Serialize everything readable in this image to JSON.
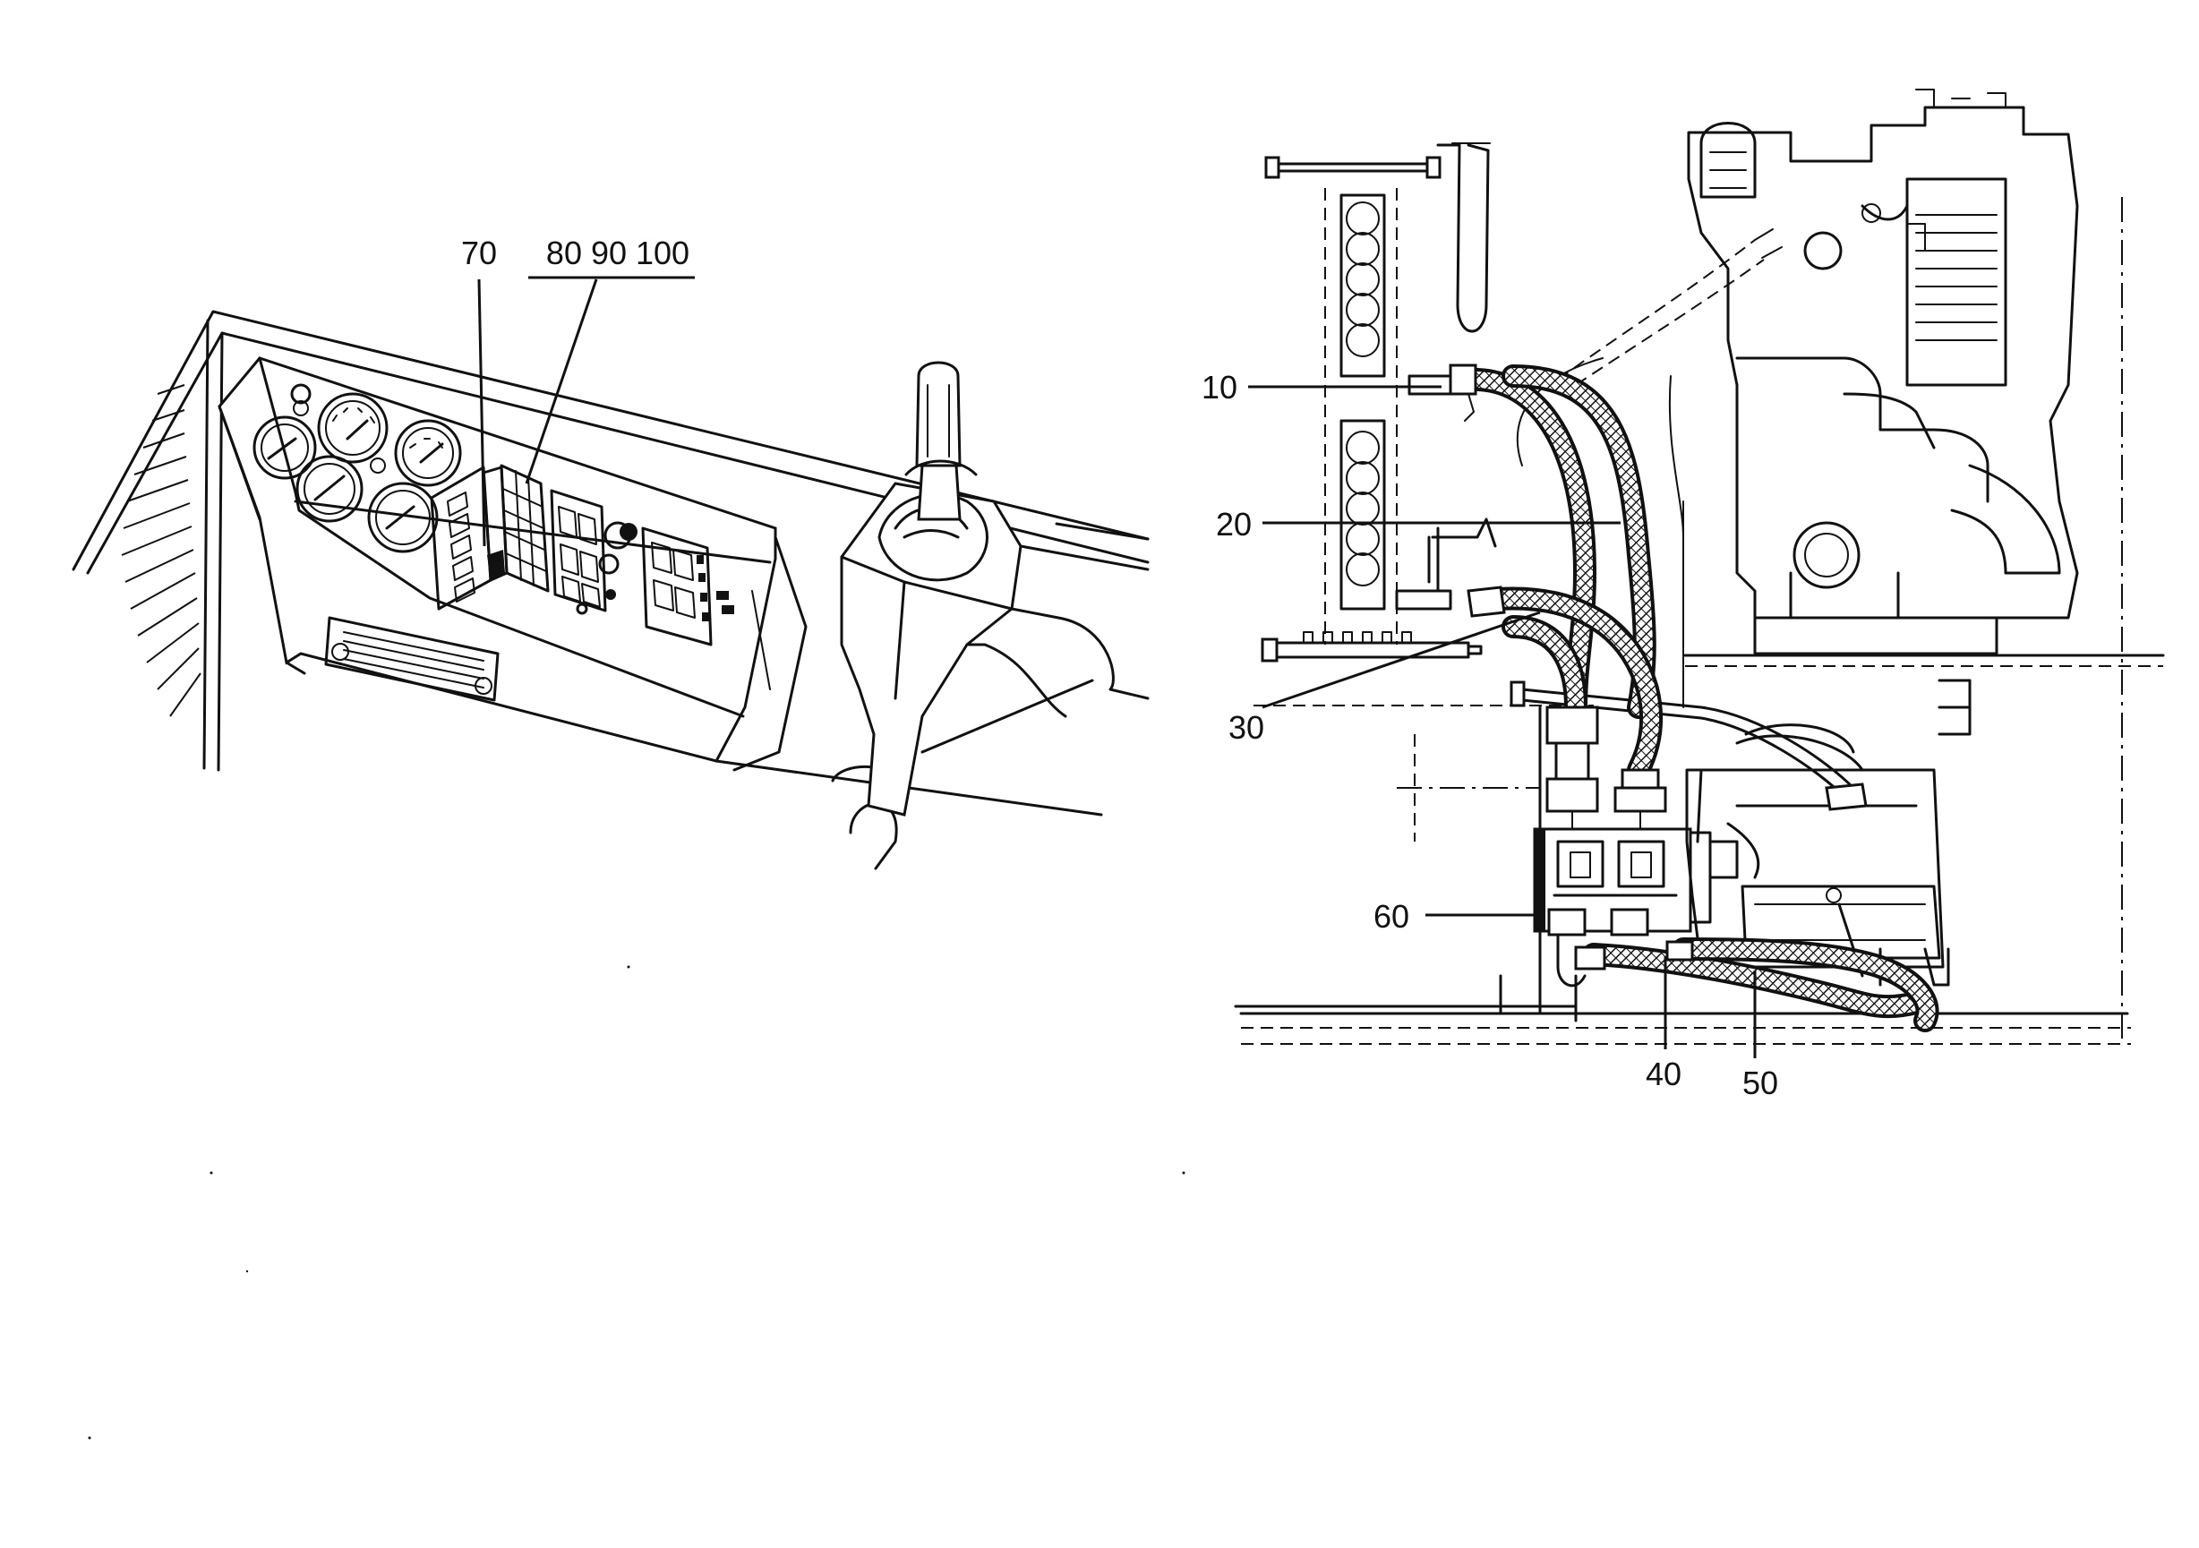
{
  "figure": {
    "left_view": {
      "callouts": [
        {
          "id": "c70",
          "label": "70"
        },
        {
          "id": "c80",
          "label": "80 90 100"
        }
      ]
    },
    "right_view": {
      "callouts": [
        {
          "id": "c10",
          "label": "10"
        },
        {
          "id": "c20",
          "label": "20"
        },
        {
          "id": "c30",
          "label": "30"
        },
        {
          "id": "c60",
          "label": "60"
        },
        {
          "id": "c40",
          "label": "40"
        },
        {
          "id": "c50",
          "label": "50"
        }
      ]
    }
  }
}
